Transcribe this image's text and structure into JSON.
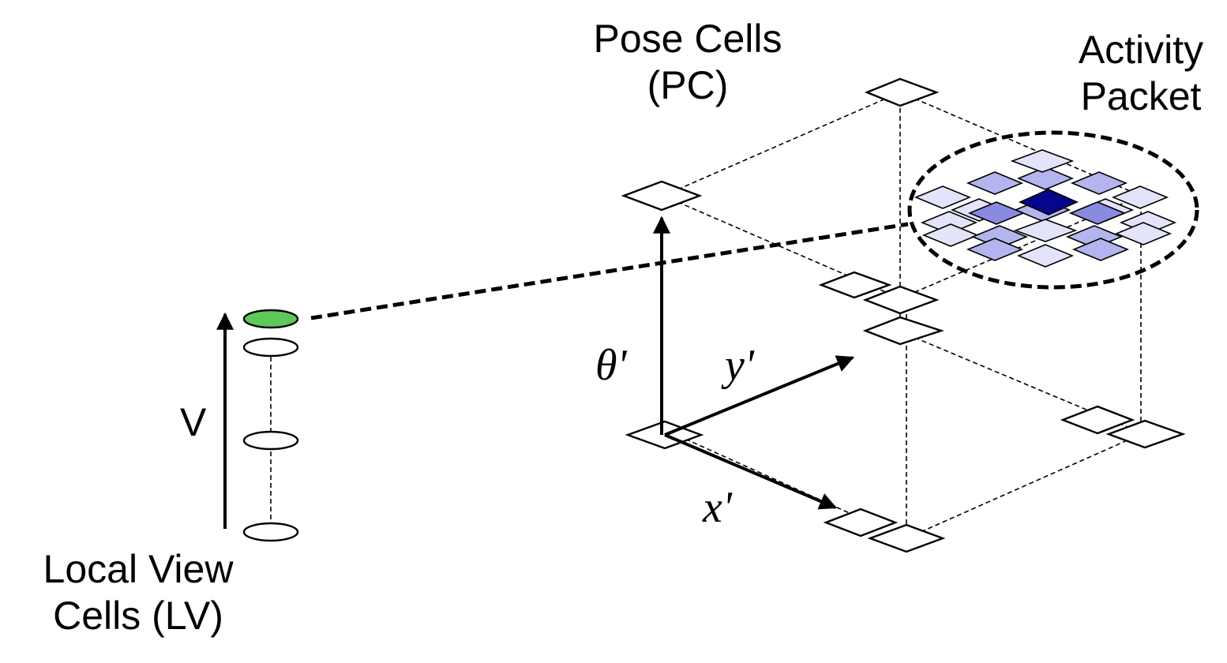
{
  "labels": {
    "pose_cells_line1": "Pose Cells",
    "pose_cells_line2": "(PC)",
    "activity_line1": "Activity",
    "activity_line2": "Packet",
    "local_view_line1": "Local View",
    "local_view_line2": "Cells (LV)",
    "v_axis": "V",
    "theta_axis": "θ'",
    "y_axis": "y'",
    "x_axis": "x'"
  },
  "colors": {
    "active_view_cell": "#5ec95a",
    "packet_light": "#e3e3fa",
    "packet_mid": "#b4b4ef",
    "packet_strong": "#8a8ae0",
    "packet_peak": "#06068a",
    "line": "#000000"
  }
}
